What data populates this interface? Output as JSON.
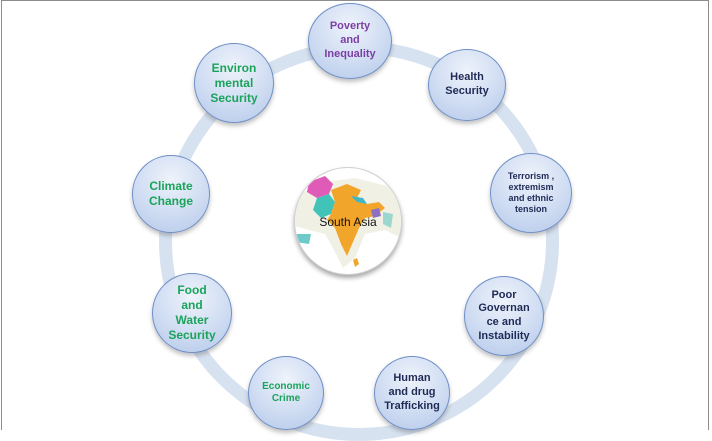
{
  "center": {
    "label": "South Asia"
  },
  "nodes": [
    {
      "label": "Poverty\nand\nInequality",
      "color": "#7b3fa3"
    },
    {
      "label": "Health\nSecurity",
      "color": "#1f2a56"
    },
    {
      "label": "Terrorism ,\nextremism\nand ethnic\ntension",
      "color": "#1f2a56"
    },
    {
      "label": "Poor\nGovernan\nce and\nInstability",
      "color": "#1f2a56"
    },
    {
      "label": "Human\nand drug\nTrafficking",
      "color": "#1f2a56"
    },
    {
      "label": "Economic\nCrime",
      "color": "#1aa35a"
    },
    {
      "label": "Food\nand\nWater\nSecurity",
      "color": "#1aa35a"
    },
    {
      "label": "Climate\nChange",
      "color": "#1aa35a"
    },
    {
      "label": "Environ\nmental\nSecurity",
      "color": "#1aa35a"
    }
  ],
  "ring_color": "#d7e2f1",
  "node_fill": "#cfdcf2",
  "node_border": "#6f8fc6"
}
